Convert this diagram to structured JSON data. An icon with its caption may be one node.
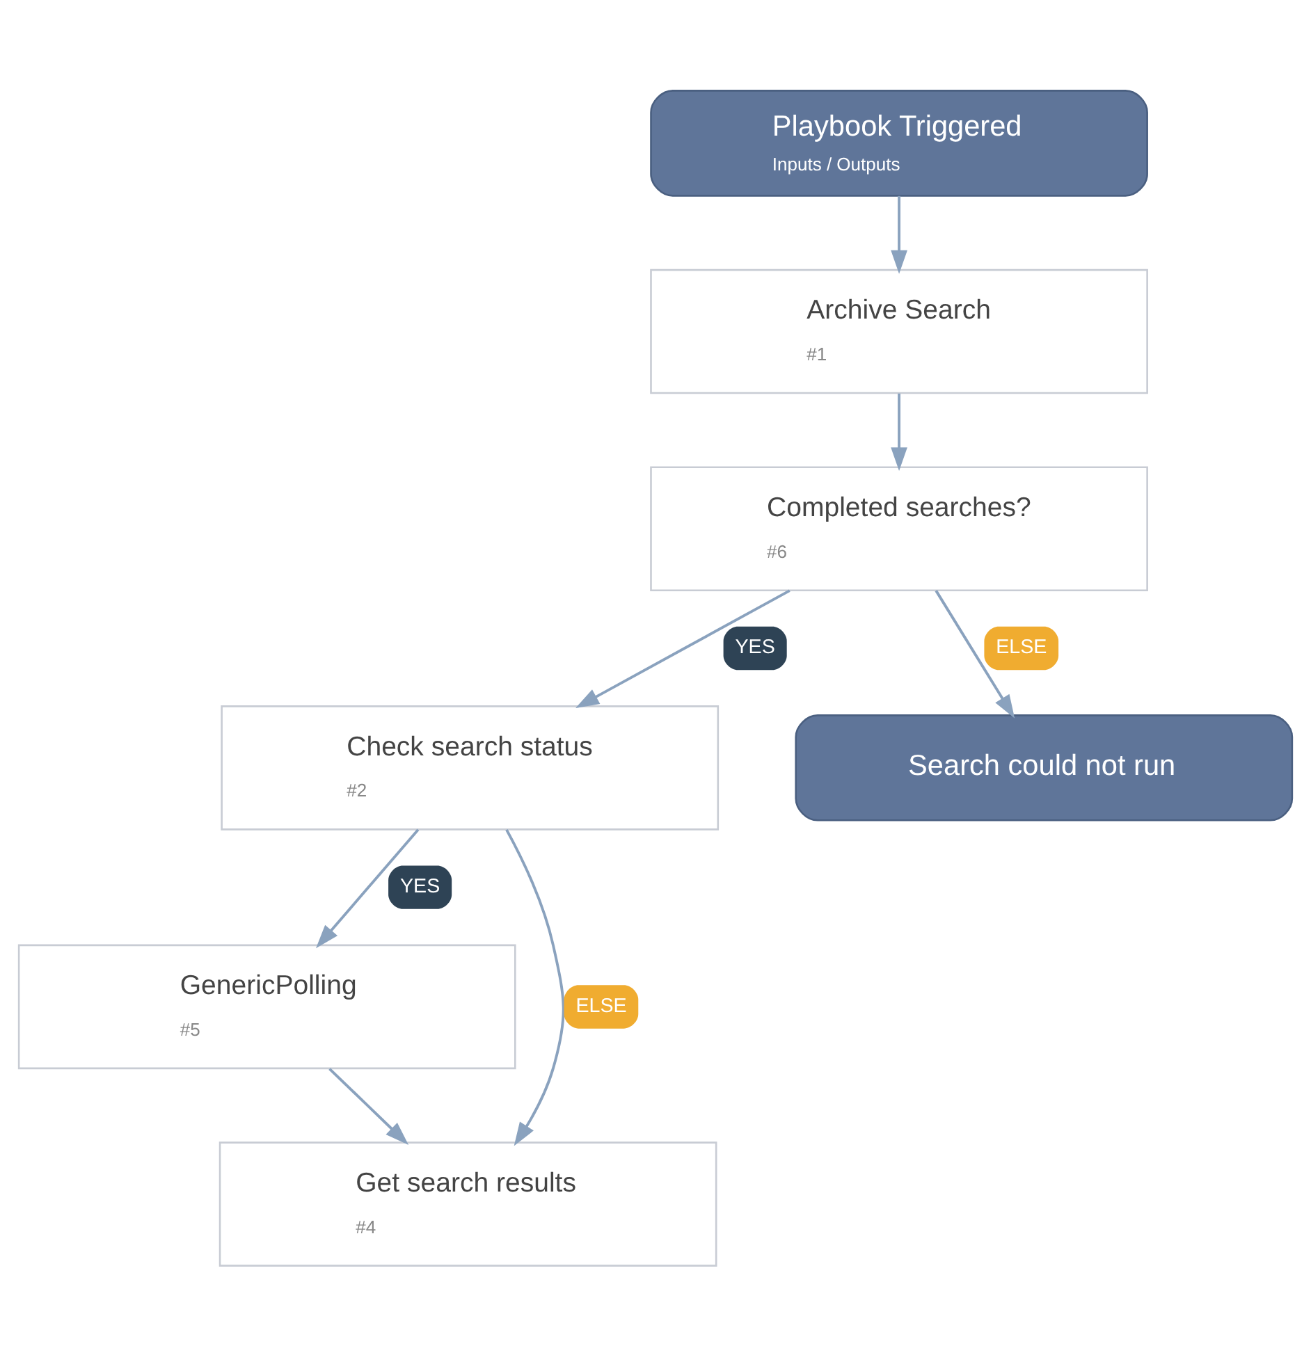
{
  "diagram": {
    "nodes": [
      {
        "text": [
          "Playbook Triggered",
          "Inputs / Outputs"
        ]
      },
      {
        "text": [
          "Archive Search",
          "#1"
        ]
      },
      {
        "text": [
          "Completed searches?",
          "#6"
        ]
      },
      {
        "text": [
          "Check search status",
          "#2"
        ]
      },
      {
        "text": [
          "Search could not run"
        ]
      },
      {
        "text": [
          "GenericPolling",
          "#5"
        ]
      },
      {
        "text": [
          "Get search results",
          "#4"
        ]
      }
    ],
    "edges": [
      {
        "from": 0,
        "to": 1,
        "arrow": "to"
      },
      {
        "from": 1,
        "to": 2,
        "arrow": "to"
      },
      {
        "from": 2,
        "to": 3,
        "arrow": "to",
        "label": "YES"
      },
      {
        "from": 2,
        "to": 4,
        "arrow": "to",
        "label": "ELSE"
      },
      {
        "from": 3,
        "to": 5,
        "arrow": "to",
        "label": "YES"
      },
      {
        "from": 3,
        "to": 6,
        "arrow": "to",
        "label": "ELSE"
      },
      {
        "from": 5,
        "to": 6,
        "arrow": "to"
      }
    ]
  }
}
